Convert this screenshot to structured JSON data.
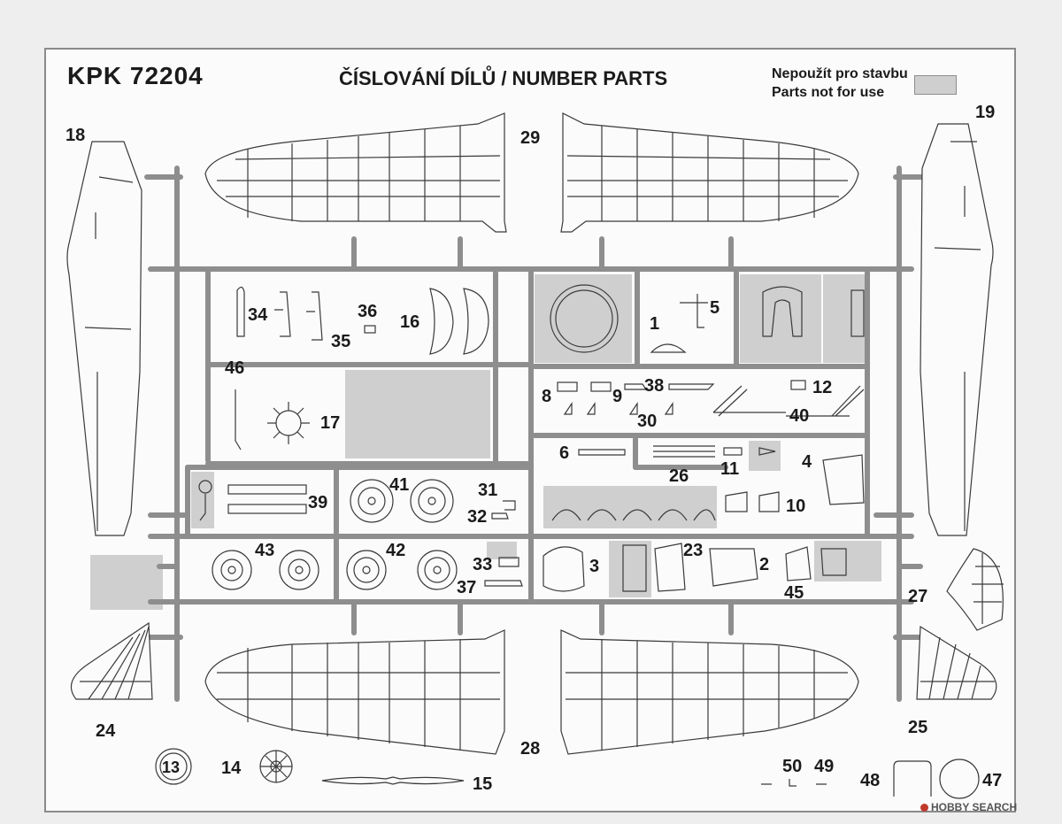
{
  "header": {
    "kit_code": "KPK 72204",
    "title": "ČÍSLOVÁNÍ DÍLŮ / NUMBER PARTS",
    "legend_line1": "Nepoužít pro stavbu",
    "legend_line2": "Parts not for use"
  },
  "colors": {
    "paper": "#fbfbfb",
    "sprue": "#8e8e8e",
    "not_for_use_fill": "#cfcfd0",
    "outline": "#3a3a3a"
  },
  "part_numbers": {
    "p1": "1",
    "p2": "2",
    "p3": "3",
    "p4": "4",
    "p5": "5",
    "p6": "6",
    "p8": "8",
    "p9": "9",
    "p10": "10",
    "p11": "11",
    "p12": "12",
    "p13": "13",
    "p14": "14",
    "p15": "15",
    "p16": "16",
    "p17": "17",
    "p18": "18",
    "p19": "19",
    "p23": "23",
    "p24": "24",
    "p25": "25",
    "p26": "26",
    "p27": "27",
    "p28": "28",
    "p29": "29",
    "p30": "30",
    "p31": "31",
    "p32": "32",
    "p33": "33",
    "p34": "34",
    "p35": "35",
    "p36": "36",
    "p37": "37",
    "p38": "38",
    "p39": "39",
    "p40": "40",
    "p41": "41",
    "p42": "42",
    "p43": "43",
    "p45": "45",
    "p46": "46",
    "p47": "47",
    "p48": "48",
    "p49": "49",
    "p50": "50"
  },
  "watermark": "HOBBY SEARCH"
}
